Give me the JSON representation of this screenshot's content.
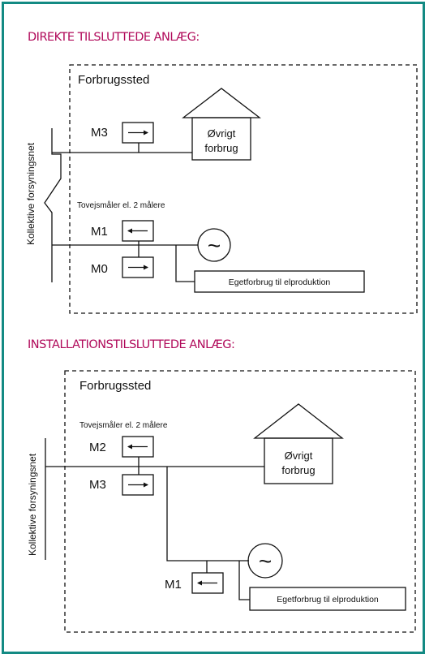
{
  "section1": {
    "heading": "DIREKTE TILSLUTTEDE ANLÆG:",
    "site_label": "Forbrugssted",
    "grid_label": "Kollektive forsyningsnet",
    "meter_top": "M3",
    "consumer_line1": "Øvrigt",
    "consumer_line2": "forbrug",
    "bidirectional_note": "Tovejsmåler  el. 2 målere",
    "meter_mid": "M1",
    "meter_bottom": "M0",
    "generator_symbol": "~",
    "self_consumption": "Egetforbrug til elproduktion"
  },
  "section2": {
    "heading": "INSTALLATIONSTILSLUTTEDE ANLÆG:",
    "site_label": "Forbrugssted",
    "grid_label": "Kollektive forsyningsnet",
    "bidirectional_note": "Tovejsmåler  el. 2 målere",
    "meter_top": "M2",
    "meter_bottom": "M3",
    "consumer_line1": "Øvrigt",
    "consumer_line2": "forbrug",
    "meter_gen": "M1",
    "generator_symbol": "~",
    "self_consumption": "Egetforbrug til elproduktion"
  },
  "colors": {
    "frame": "#138a83",
    "heading": "#b0095a"
  }
}
